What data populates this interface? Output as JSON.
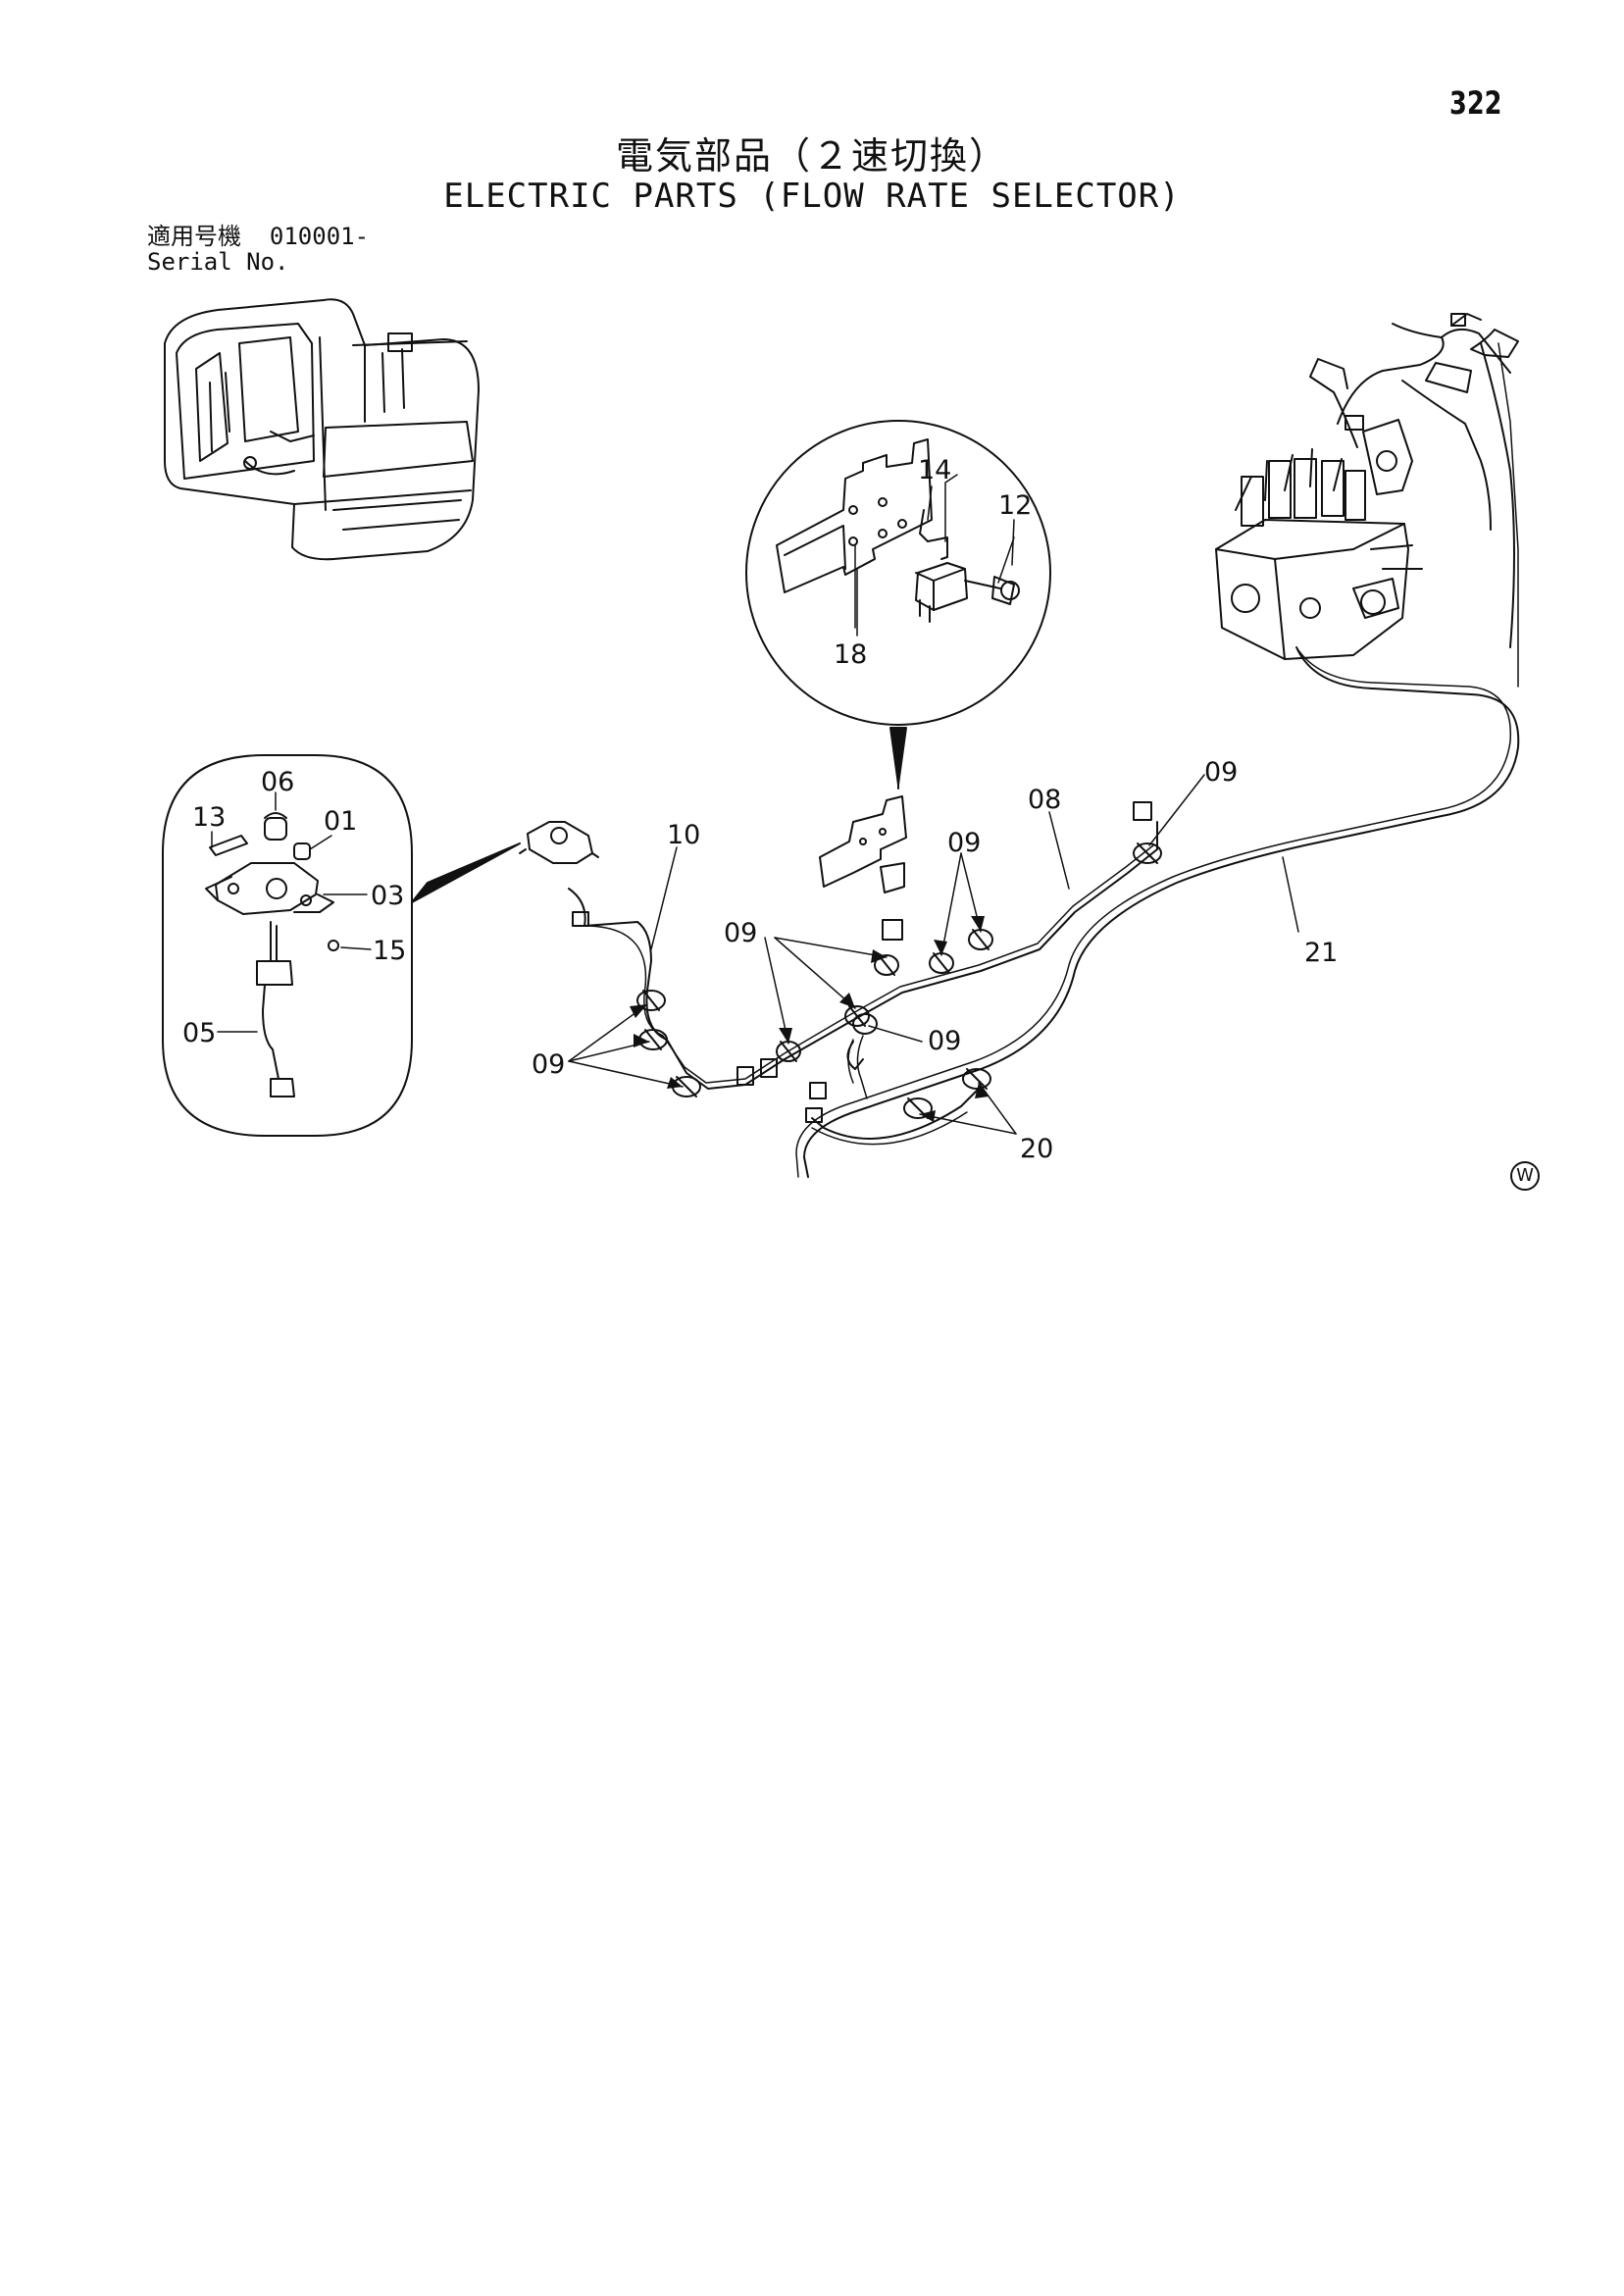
{
  "page_number": "322",
  "title_japanese": "電気部品（２速切換）",
  "title_english": "ELECTRIC PARTS (FLOW RATE SELECTOR)",
  "serial": {
    "label_japanese": "適用号機",
    "value": "010001-",
    "label_english": "Serial No."
  },
  "callouts": {
    "c01": "01",
    "c03": "03",
    "c05": "05",
    "c06": "06",
    "c08": "08",
    "c09": "09",
    "c10": "10",
    "c12": "12",
    "c13": "13",
    "c14": "14",
    "c15": "15",
    "c18": "18",
    "c20": "20",
    "c21": "21"
  },
  "watermark_symbol": "W"
}
